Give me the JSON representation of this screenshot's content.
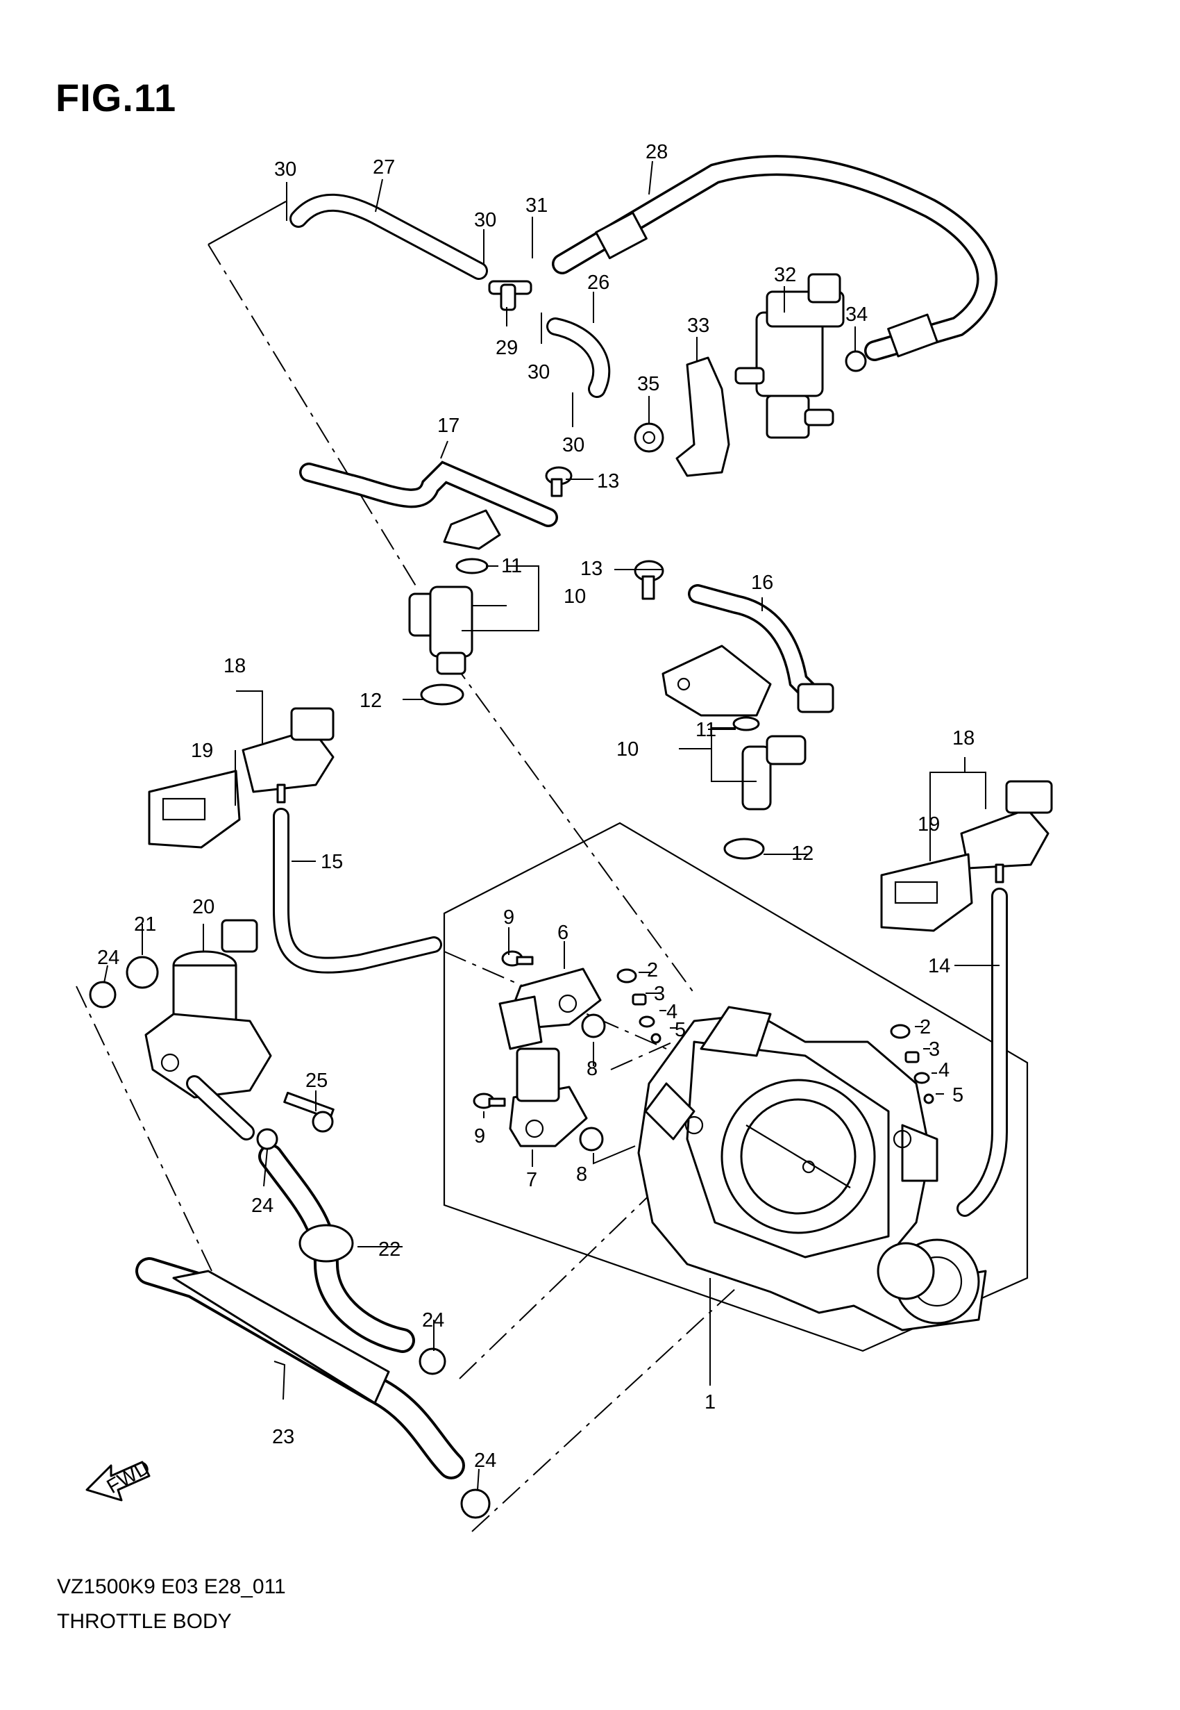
{
  "figure": {
    "title": "FIG.11",
    "model_code": "VZ1500K9 E03 E28_011",
    "caption": "THROTTLE BODY",
    "fwd_label": "FWD"
  },
  "callouts": [
    "1",
    "2",
    "3",
    "4",
    "5",
    "6",
    "7",
    "8",
    "9",
    "10",
    "11",
    "12",
    "13",
    "14",
    "15",
    "16",
    "17",
    "18",
    "19",
    "20",
    "21",
    "22",
    "23",
    "24",
    "25",
    "26",
    "27",
    "28",
    "29",
    "30",
    "31",
    "32",
    "33",
    "34",
    "35"
  ]
}
